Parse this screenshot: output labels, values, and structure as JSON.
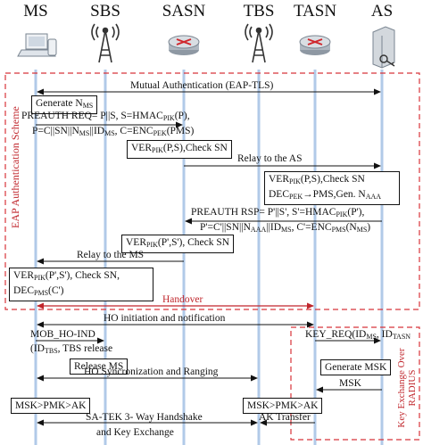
{
  "entities": [
    {
      "name": "MS",
      "icon": "laptop-phone-icon"
    },
    {
      "name": "SBS",
      "icon": "radio-tower-icon"
    },
    {
      "name": "SASN",
      "icon": "router-icon"
    },
    {
      "name": "TBS",
      "icon": "radio-tower-icon"
    },
    {
      "name": "TASN",
      "icon": "router-icon"
    },
    {
      "name": "AS",
      "icon": "server-key-icon"
    }
  ],
  "regions": {
    "eap_label": "EAP Authentication Scheme",
    "radius_label": "Key Exchange Over RADIUS"
  },
  "messages": {
    "mutual_auth": "Mutual Authentication (EAP-TLS)",
    "generate_nms": {
      "a": "Generate N",
      "b": "MS"
    },
    "preauth_req_1": {
      "a": "PREAUTH REQ= P||S, S=HMAC",
      "b": "PIK",
      "c": "(P),"
    },
    "preauth_req_2": {
      "a": "P=C||SN||N",
      "b": "MS",
      "c": "||ID",
      "d": "MS",
      "e": ", C=ENC",
      "f": "PEK",
      "g": "(PMS)"
    },
    "ver_check_1": {
      "a": "VER",
      "b": "PIK",
      "c": "(P,S),Check SN"
    },
    "relay_as": "Relay to the AS",
    "ver_check_2": {
      "a": "VER",
      "b": "PIK",
      "c": "(P,S),Check SN"
    },
    "dec_pek": {
      "a": "DEC",
      "b": "PEK",
      "c": "→PMS,Gen. N",
      "d": "AAA"
    },
    "preauth_rsp_1": {
      "a": "PREAUTH RSP= P'||S', S'=HMAC",
      "b": "PIK",
      "c": "(P'),"
    },
    "preauth_rsp_2": {
      "a": "P'=C'||SN||N",
      "b": "AAA",
      "c": "||ID",
      "d": "MS",
      "e": ", C'=ENC",
      "f": "PMS",
      "g": "(N",
      "h": "MS",
      "i": ")"
    },
    "ver_check_3": {
      "a": "VER",
      "b": "PIK",
      "c": "(P',S'), Check SN"
    },
    "relay_ms": "Relay to the MS",
    "ver_check_4_1": {
      "a": "VER",
      "b": "PIK",
      "c": "(P',S'), Check SN,"
    },
    "ver_check_4_2": {
      "a": "DEC",
      "b": "PMS",
      "c": "(C')"
    },
    "handover": "Handover",
    "ho_init": "HO initiation and notification",
    "mob_ho_ind_1": "MOB_HO-IND",
    "mob_ho_ind_2": {
      "a": "(ID",
      "b": "TBS",
      "c": ", TBS release"
    },
    "key_req": {
      "a": "KEY_REQ(ID",
      "b": "MS",
      "c": ", ID",
      "d": "TASN"
    },
    "release_ms": "Release MS",
    "generate_msk": "Generate MSK",
    "ho_sync": "HO Syncronization and Ranging",
    "msk": "MSK",
    "msk_chain_ms": "MSK>PMK>AK",
    "msk_chain_tbs": "MSK>PMK>AK",
    "sa_tek_1": "SA-TEK 3- Way Handshake",
    "sa_tek_2": "and Key Exchange",
    "ak_transfer": "AK Transfer"
  },
  "colors": {
    "ink": "#111111",
    "region_border": "#d8343a",
    "handover": "#c0262c",
    "lifeline": "#a9c5e6"
  }
}
